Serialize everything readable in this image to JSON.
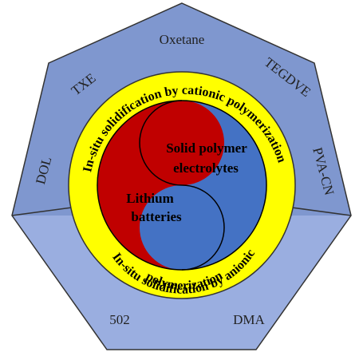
{
  "diagram": {
    "colors": {
      "upper_field": "#7f97cf",
      "lower_field": "#9aaee0",
      "ring": "#ffff00",
      "yin": "#c00000",
      "yang": "#4472c4",
      "outline": "#000000"
    },
    "outer_labels": {
      "oxetane": "Oxetane",
      "txe": "TXE",
      "tegdve": "TEGDVE",
      "dol": "DOL",
      "pva_cn": "PVA-CN",
      "label_502": "502",
      "dma": "DMA"
    },
    "ring_text": {
      "cationic": "In-situ solidification by cationic polymerization",
      "anionic_line1": "In-situ solidification by anionic",
      "anionic_line2": "polymerization"
    },
    "core": {
      "spe_line1": "Solid polymer",
      "spe_line2": "electrolytes",
      "lib_line1": "Lithium",
      "lib_line2": "batteries"
    }
  }
}
